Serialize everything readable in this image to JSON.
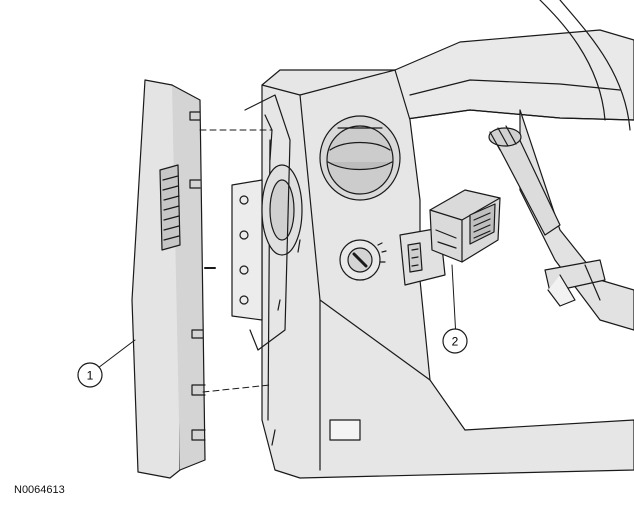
{
  "callouts": [
    {
      "id": "1",
      "label": "1"
    },
    {
      "id": "2",
      "label": "2"
    }
  ],
  "figure_id": "N0064613",
  "colors": {
    "panel_fill": "#e6e6e6",
    "panel_shade": "#cfcfcf",
    "line": "#1a1a1a",
    "background": "#ffffff"
  }
}
